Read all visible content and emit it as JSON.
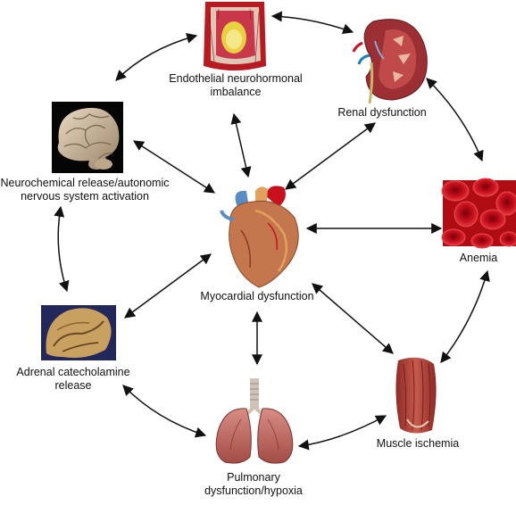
{
  "nodes": {
    "endothelial": {
      "lines": [
        "Endothelial neurohormonal",
        "imbalance"
      ],
      "icon": "artery-cross-section-icon"
    },
    "renal": {
      "lines": [
        "Renal dysfunction"
      ],
      "icon": "kidney-icon"
    },
    "neuro": {
      "lines": [
        "Neurochemical release/autonomic",
        "nervous system activation"
      ],
      "icon": "brain-icon"
    },
    "anemia": {
      "lines": [
        "Anemia"
      ],
      "icon": "red-blood-cells-icon"
    },
    "myocardial": {
      "lines": [
        "Myocardial dysfunction"
      ],
      "icon": "heart-icon"
    },
    "adrenal": {
      "lines": [
        "Adrenal catecholamine",
        "release"
      ],
      "icon": "adrenal-gland-icon"
    },
    "muscle": {
      "lines": [
        "Muscle ischemia"
      ],
      "icon": "muscle-icon"
    },
    "pulmonary": {
      "lines": [
        "Pulmonary",
        "dysfunction/hypoxia"
      ],
      "icon": "lungs-icon"
    }
  },
  "colors": {
    "arrow": "#111111",
    "background": "#ffffff",
    "blood": "#c0101c",
    "muscle": "#b3413a"
  }
}
